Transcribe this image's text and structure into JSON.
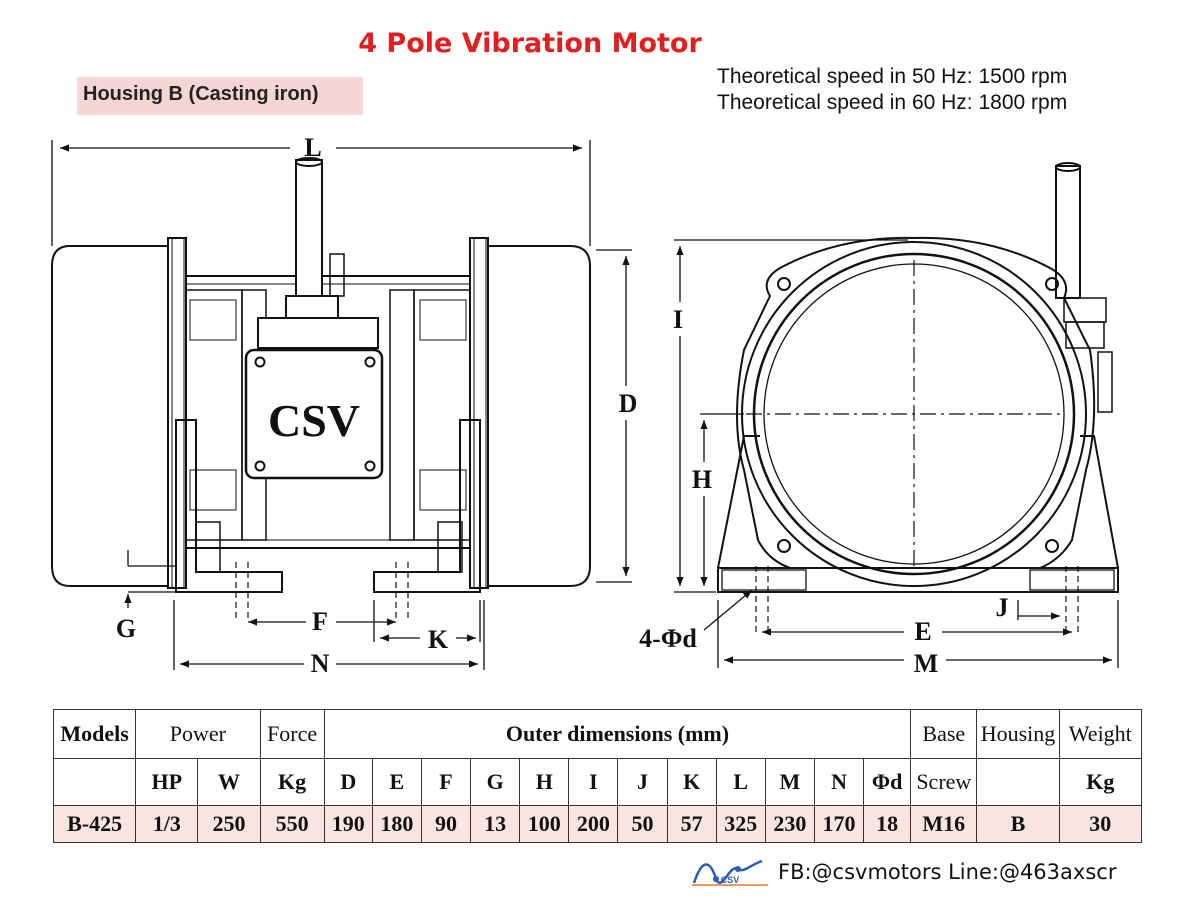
{
  "title": "4 Pole Vibration Motor",
  "housing_label": "Housing B (Casting iron)",
  "speed": {
    "line50": "Theoretical speed in 50 Hz: 1500 rpm",
    "line60": "Theoretical speed in 60 Hz: 1800 rpm"
  },
  "drawing": {
    "brand_plate": "CSV",
    "labels": {
      "L": "L",
      "D": "D",
      "G": "G",
      "F": "F",
      "K": "K",
      "N": "N",
      "I": "I",
      "H": "H",
      "J": "J",
      "E": "E",
      "M": "M",
      "hole": "4-Φd"
    }
  },
  "table": {
    "group_headers": {
      "models": "Models",
      "power": "Power",
      "force": "Force",
      "outer": "Outer dimensions (mm)",
      "base": "Base",
      "housing": "Housing",
      "weight": "Weight"
    },
    "units": [
      "HP",
      "W",
      "Kg",
      "D",
      "E",
      "F",
      "G",
      "H",
      "I",
      "J",
      "K",
      "L",
      "M",
      "N",
      "Φd",
      "Screw",
      "Kg"
    ],
    "row": {
      "model": "B-425",
      "hp": "1/3",
      "w": "250",
      "force": "550",
      "d": "190",
      "e": "180",
      "f": "90",
      "g": "13",
      "h": "100",
      "i": "200",
      "j": "50",
      "k": "57",
      "l": "325",
      "m": "230",
      "n": "170",
      "phid": "18",
      "screw": "M16",
      "housing": "B",
      "weight": "30"
    }
  },
  "footer": {
    "logo_text": "CSV",
    "contact": "FB:@csvmotors  Line:@463axscr"
  },
  "colors": {
    "title": "#e02020",
    "housing_bg": "#f6d5d5",
    "row_bg": "#fbe5e0"
  }
}
